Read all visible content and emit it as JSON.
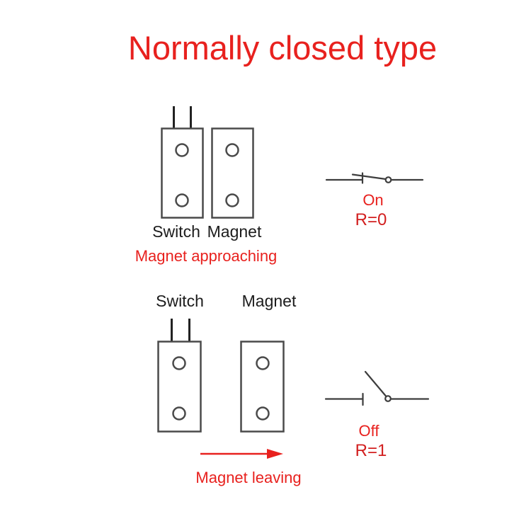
{
  "page": {
    "title": "Normally closed type"
  },
  "colors": {
    "accent_red": "#e8211e",
    "diagram_line_gray": "#4a4a4a",
    "circuit_line_gray": "#3d3d3d",
    "text_black": "#1c1c1c"
  },
  "icons": {
    "reed_switch_body": "rectangle-with-two-terminals-and-two-holes",
    "magnet_body": "rectangle-with-two-holes",
    "closed_switch_symbol": "circuit-switch-closed",
    "open_switch_symbol": "circuit-switch-open",
    "magnet_leaving_arrow": "right-arrow"
  },
  "scenario_approaching": {
    "switch_label": "Switch",
    "magnet_label": "Magnet",
    "caption": "Magnet approaching",
    "state_label": "On",
    "resistance": "R=0"
  },
  "scenario_leaving": {
    "switch_label": "Switch",
    "magnet_label": "Magnet",
    "caption": "Magnet leaving",
    "state_label": "Off",
    "resistance": "R=1"
  }
}
